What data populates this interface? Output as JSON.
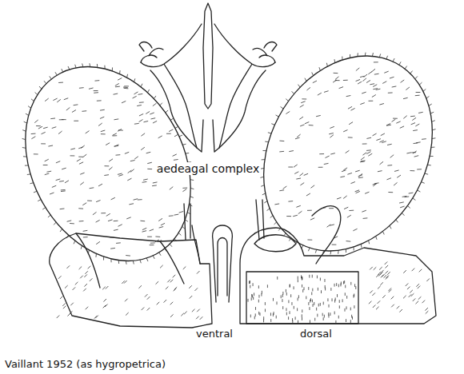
{
  "diagram": {
    "caption": "Vaillant 1952 (as hygropetrica)",
    "labels": [
      "aedeagal complex",
      "ventral",
      "dorsal"
    ]
  }
}
